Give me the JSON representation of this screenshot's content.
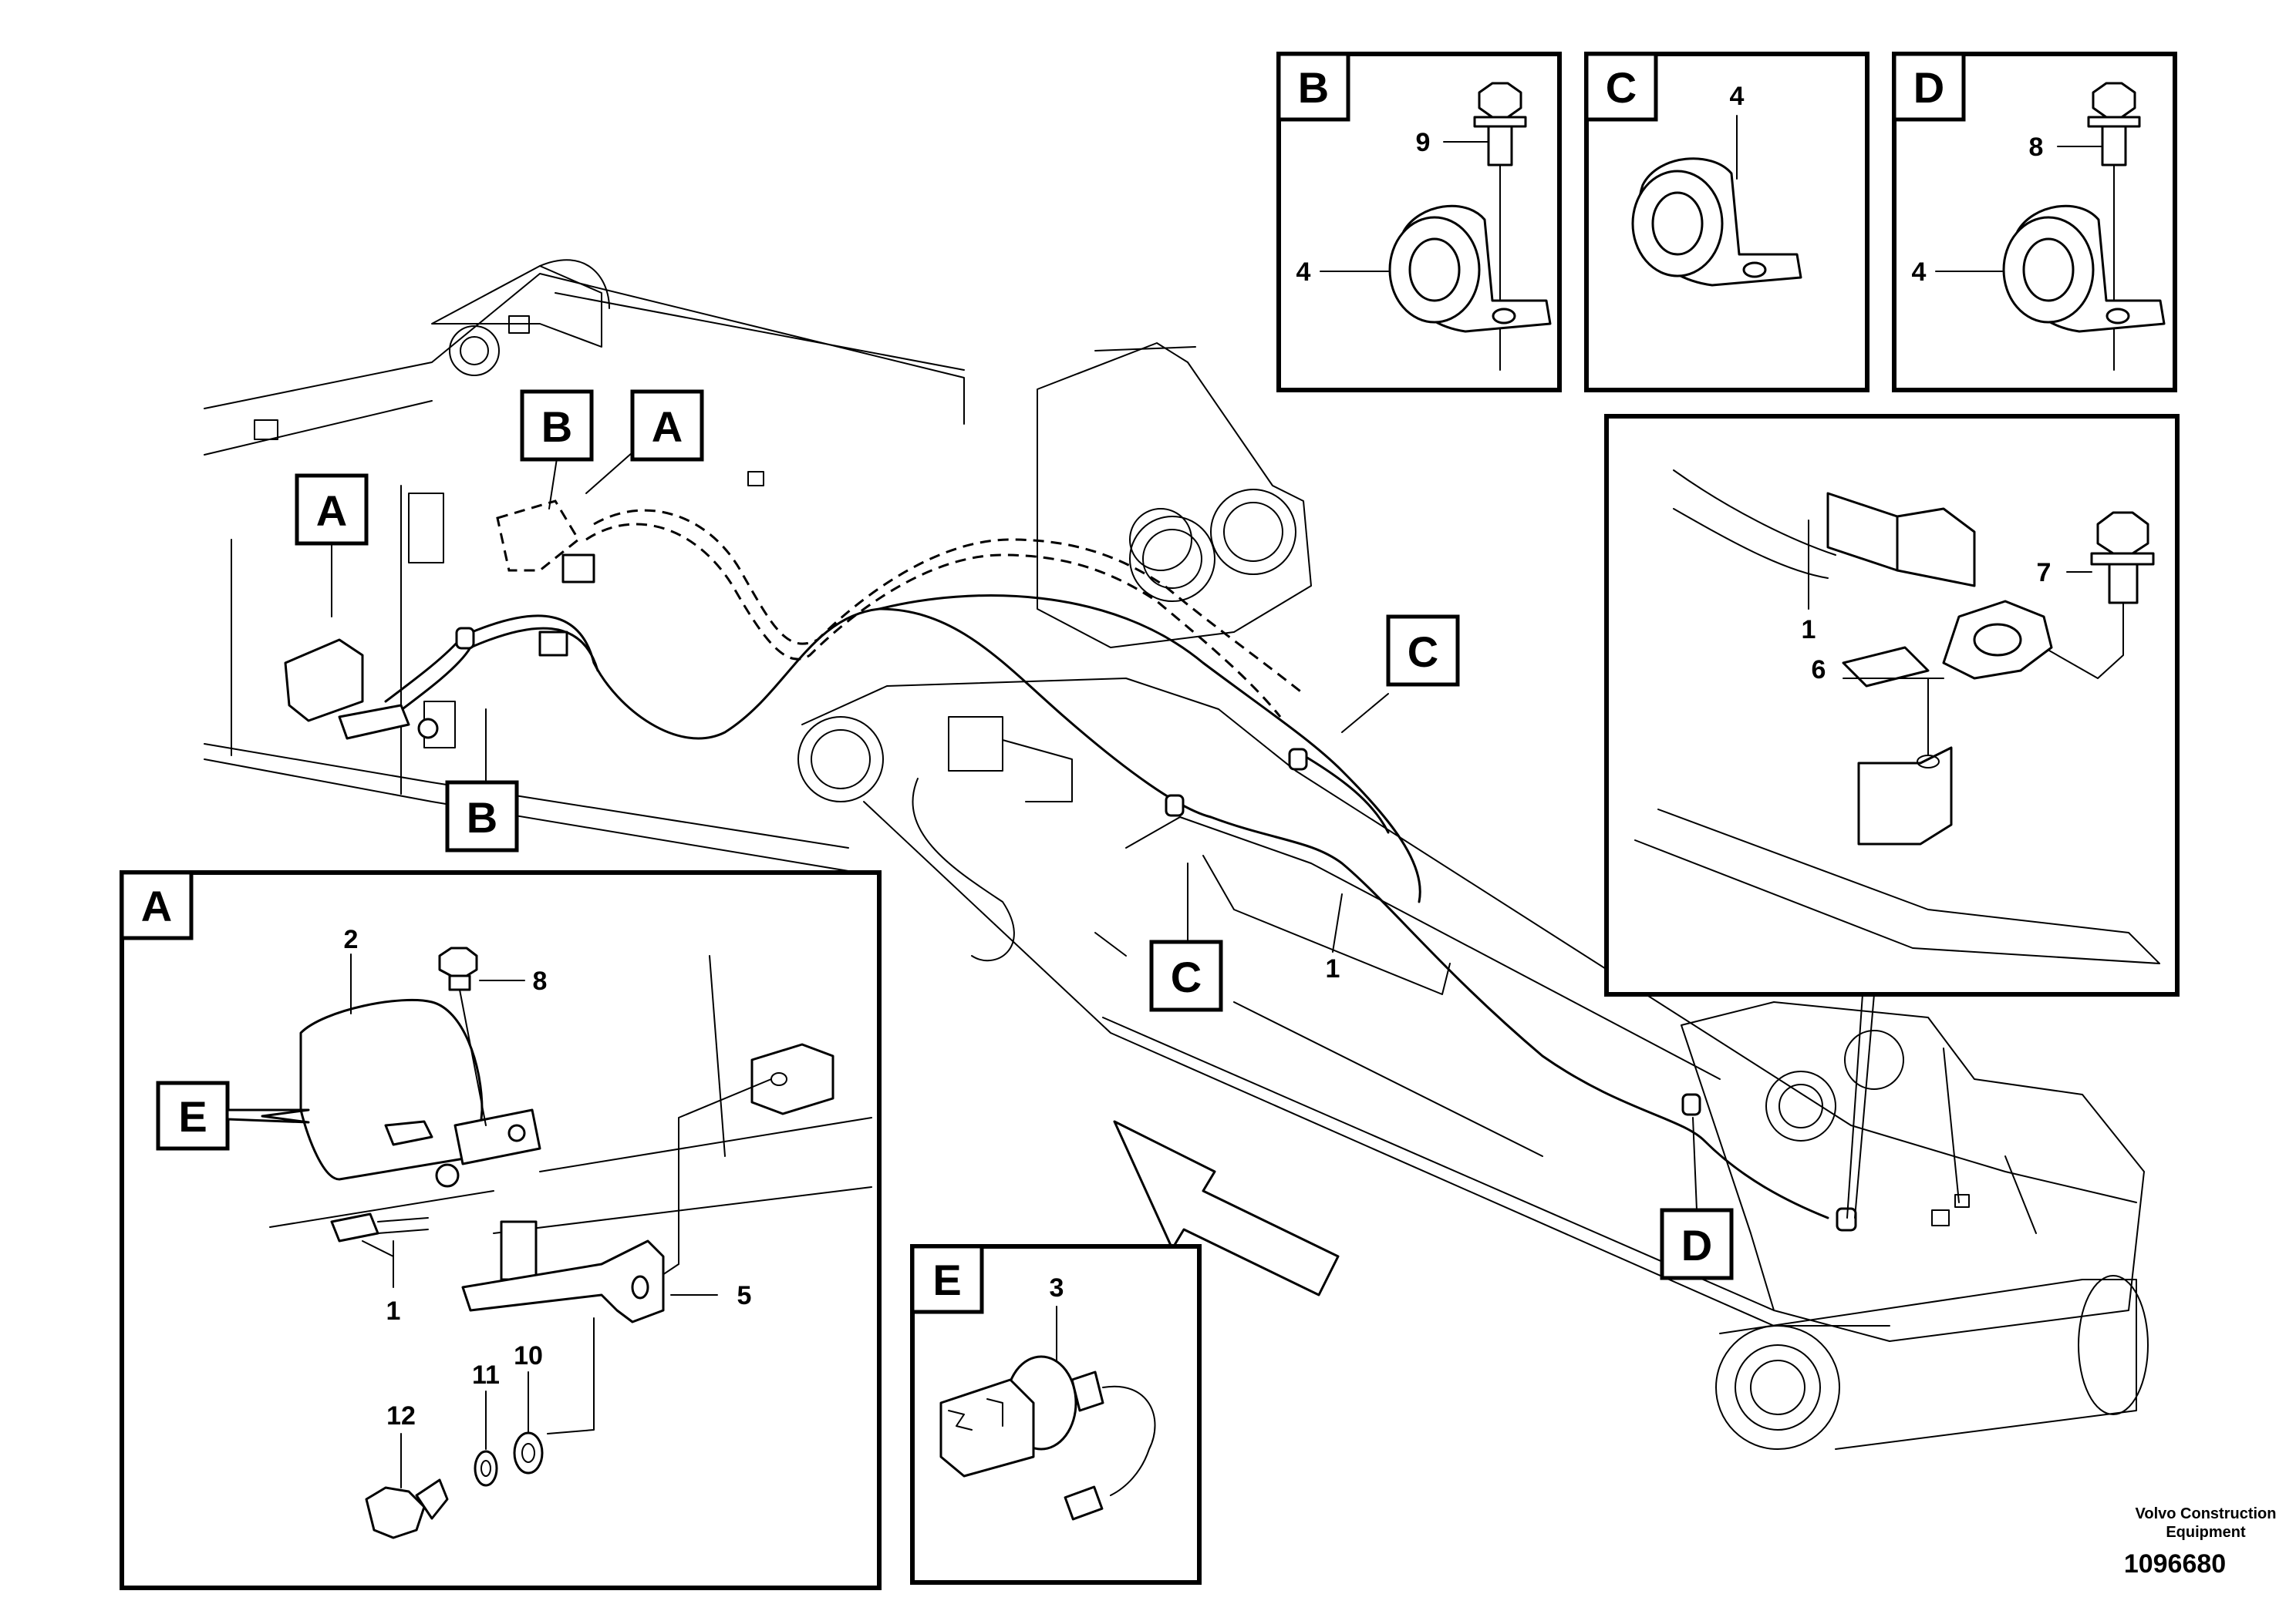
{
  "views": {
    "A": "A",
    "B": "B",
    "C": "C",
    "D": "D",
    "E": "E"
  },
  "part_numbers": {
    "p1": "1",
    "p2": "2",
    "p3": "3",
    "p4": "4",
    "p5": "5",
    "p6": "6",
    "p7": "7",
    "p8": "8",
    "p9": "9",
    "p10": "10",
    "p11": "11",
    "p12": "12"
  },
  "footer": {
    "company_line1": "Volvo Construction",
    "company_line2": "Equipment",
    "doc_number": "1096680"
  }
}
